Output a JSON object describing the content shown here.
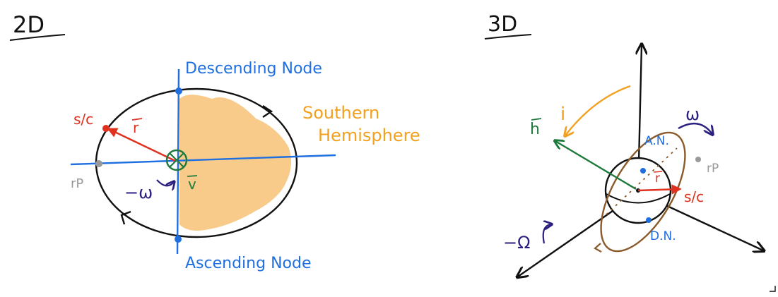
{
  "panels": {
    "left": {
      "title": "2D",
      "descending_node": "Descending Node",
      "ascending_node": "Ascending Node",
      "southern_hemisphere": [
        "Southern",
        "Hemisphere"
      ],
      "spacecraft": "s/c",
      "r_vec": "r",
      "v_vec": "v",
      "periapsis": "rP",
      "arg_periapsis": "−ω"
    },
    "right": {
      "title": "3D",
      "inclination": "i",
      "h_vec": "h",
      "omega": "ω",
      "ascending_node_abbr": "A.N.",
      "descending_node_abbr": "D.N.",
      "periapsis": "rP",
      "r_vec": "r",
      "spacecraft": "s/c",
      "raan": "−Ω"
    }
  },
  "colors": {
    "ink": "#111111",
    "node_line": "#1f6fe0",
    "spacecraft": "#e0301e",
    "velocity": "#1e7a3c",
    "hemisphere": "#f8cb8a",
    "hemisphere_label": "#f2a020",
    "omega": "#2b2080",
    "periapsis": "#999999",
    "orbit_3d": "#8b5a2b"
  }
}
